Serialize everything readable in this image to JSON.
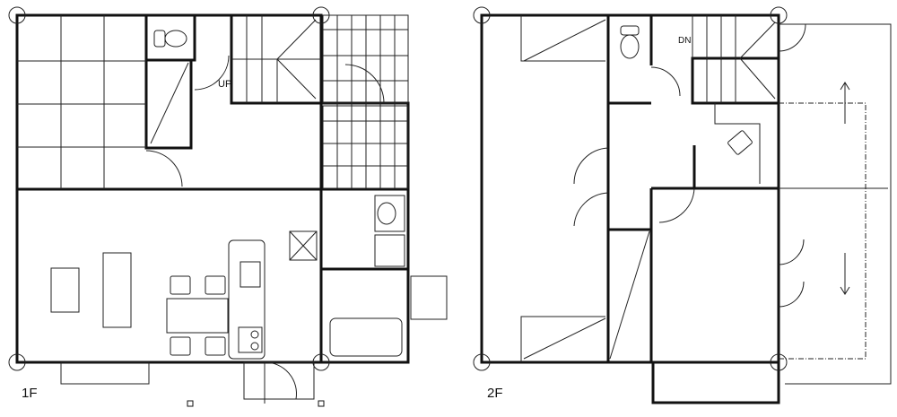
{
  "floors": [
    {
      "label": "1F",
      "stair_label": "UP"
    },
    {
      "label": "2F",
      "stair_label": "DN"
    }
  ],
  "colors": {
    "line": "#111111",
    "background": "#ffffff"
  }
}
